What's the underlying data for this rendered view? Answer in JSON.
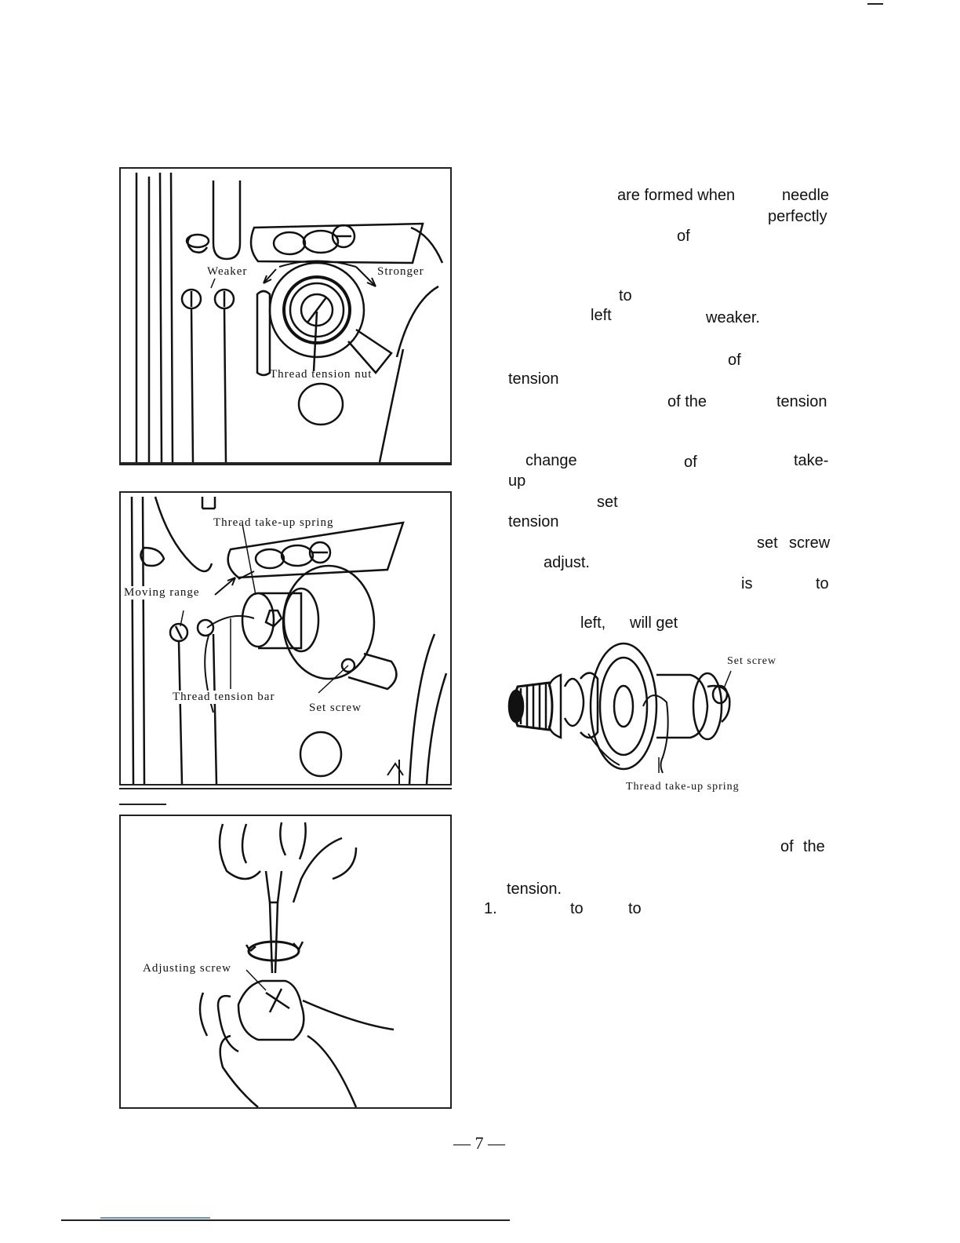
{
  "figure1": {
    "label_weaker": "Weaker",
    "label_stronger": "Stronger",
    "label_tension_nut": "Thread tension nut"
  },
  "figure2": {
    "label_takeup_spring": "Thread take-up spring",
    "label_moving_range": "Moving range",
    "label_tension_bar": "Thread tension bar",
    "label_set_screw": "Set screw"
  },
  "figure3": {
    "label_adjusting_screw": "Adjusting screw"
  },
  "figure4": {
    "label_set_screw": "Set screw",
    "label_takeup_spring": "Thread take-up spring"
  },
  "text_fragments": [
    "are formed when",
    "needle",
    "perfectly",
    "of",
    "to",
    "left",
    "weaker.",
    "of",
    "tension",
    "of the",
    "tension",
    "change",
    "of",
    "take-",
    "up",
    "set",
    "tension",
    "set",
    "screw",
    "adjust.",
    "is",
    "to",
    "left,",
    "will get",
    "of",
    "the",
    "tension.",
    "1.",
    "to",
    "to"
  ],
  "page_number": "— 7 —",
  "colors": {
    "ink": "#111111",
    "accent_rule": "#6e8fc9"
  }
}
